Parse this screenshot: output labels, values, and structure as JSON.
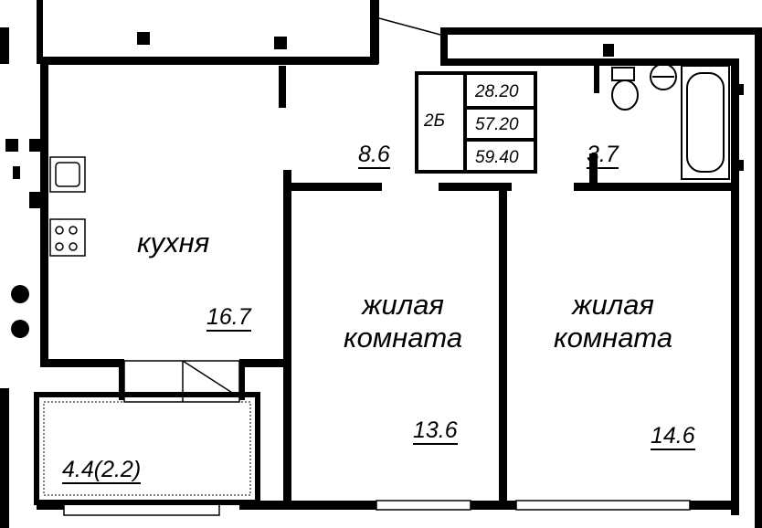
{
  "apartment": {
    "type_code": "2Б",
    "living_area": "28.20",
    "total_area": "57.20",
    "total_area_with_balcony": "59.40"
  },
  "rooms": {
    "kitchen": {
      "name": "кухня",
      "area": "16.7"
    },
    "hall": {
      "area": "8.6"
    },
    "bathroom": {
      "area": "3.7"
    },
    "room1": {
      "name_line1": "жилая",
      "name_line2": "комната",
      "area": "13.6"
    },
    "room2": {
      "name_line1": "жилая",
      "name_line2": "комната",
      "area": "14.6"
    },
    "balcony": {
      "area": "4.4(2.2)"
    }
  }
}
